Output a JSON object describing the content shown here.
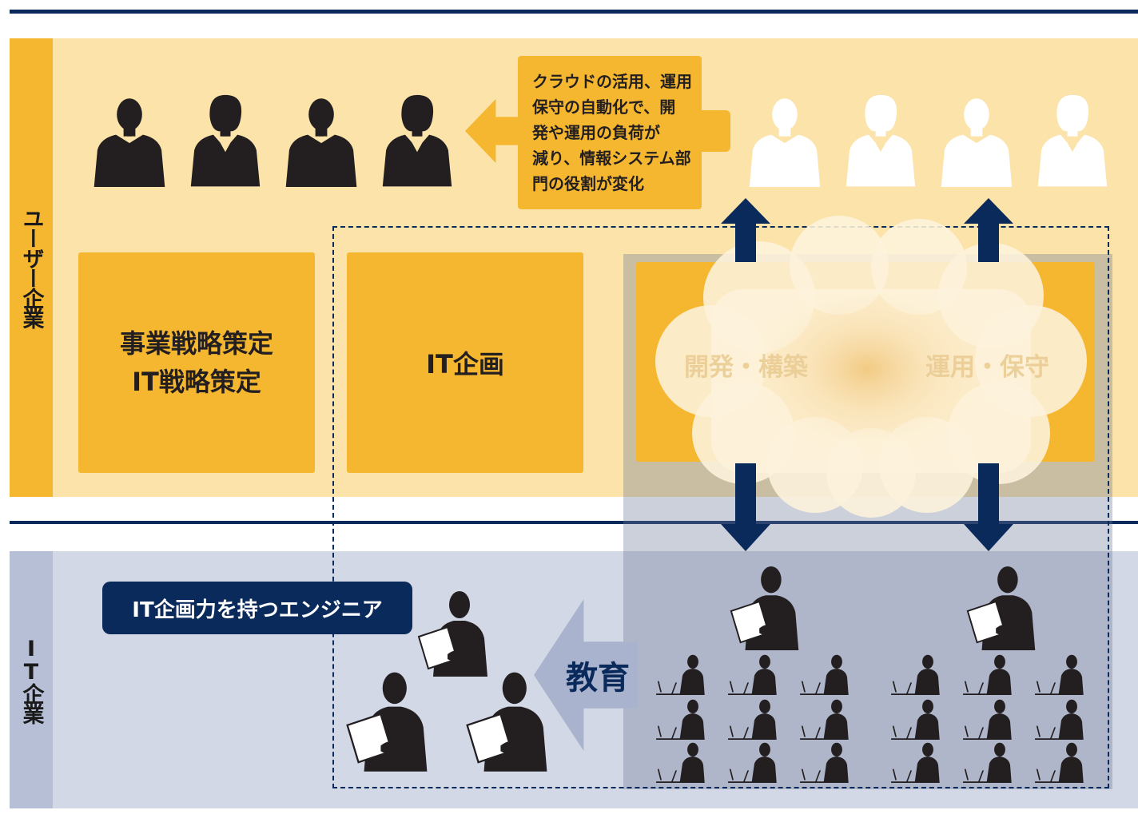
{
  "sections": {
    "user": "ユーザー企業",
    "it": "IT企業"
  },
  "boxes": {
    "strategy_line1": "事業戦略策定",
    "strategy_line2": "IT戦略策定",
    "planning": "IT企画",
    "development": "開発・構築",
    "operation": "運用・保守"
  },
  "callout": "クラウドの活用、運用\n保守の自動化で、開\n発や運用の負荷が\n減り、情報システム部\n門の役割が変化",
  "it_engineer_label": "IT企画力を持つエンジニア",
  "education_label": "教育",
  "colors": {
    "navy": "#0b2a5c",
    "orange": "#f6b730",
    "light_orange": "#fbe3a9",
    "light_blue": "#d3d8e6",
    "silhouette": "#231f20"
  }
}
